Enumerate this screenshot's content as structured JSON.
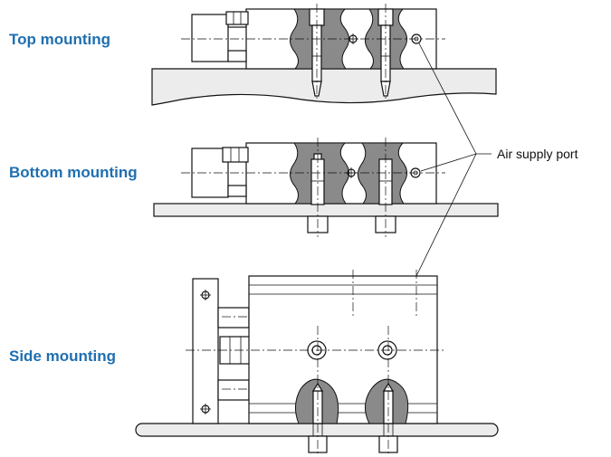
{
  "labels": {
    "top": "Top mounting",
    "bottom": "Bottom mounting",
    "side": "Side mounting",
    "air_port": "Air supply port"
  },
  "colors": {
    "label_blue": "#1f6fb0",
    "section_gray": "#8a8a8a",
    "base_fill": "#ececec"
  }
}
